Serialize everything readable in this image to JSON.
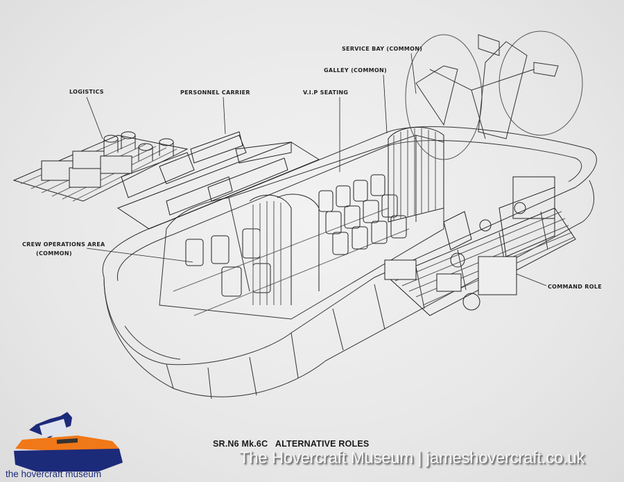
{
  "diagram": {
    "title": "SR.N6 Mk.6C   ALTERNATIVE ROLES",
    "labels": {
      "logistics": "LOGISTICS",
      "personnel_carrier": "PERSONNEL CARRIER",
      "vip_seating": "V.I.P SEATING",
      "galley": "GALLEY (COMMON)",
      "service_bay": "SERVICE BAY (COMMON)",
      "crew_operations_line1": "CREW OPERATIONS AREA",
      "crew_operations_line2": "(COMMON)",
      "command_role": "COMMAND ROLE"
    }
  },
  "watermark": "The Hovercraft Museum | jameshovercraft.co.uk",
  "logo": {
    "text": "the hovercraft museum",
    "colors": {
      "orange": "#f07818",
      "navy": "#1c2a7a"
    }
  }
}
